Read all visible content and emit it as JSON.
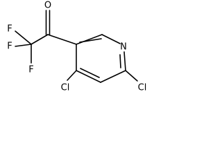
{
  "molecule": {
    "atoms": {
      "O": "O",
      "F1": "F",
      "F2": "F",
      "F3": "F",
      "N": "N",
      "Cl1": "Cl",
      "Cl2": "Cl"
    }
  }
}
